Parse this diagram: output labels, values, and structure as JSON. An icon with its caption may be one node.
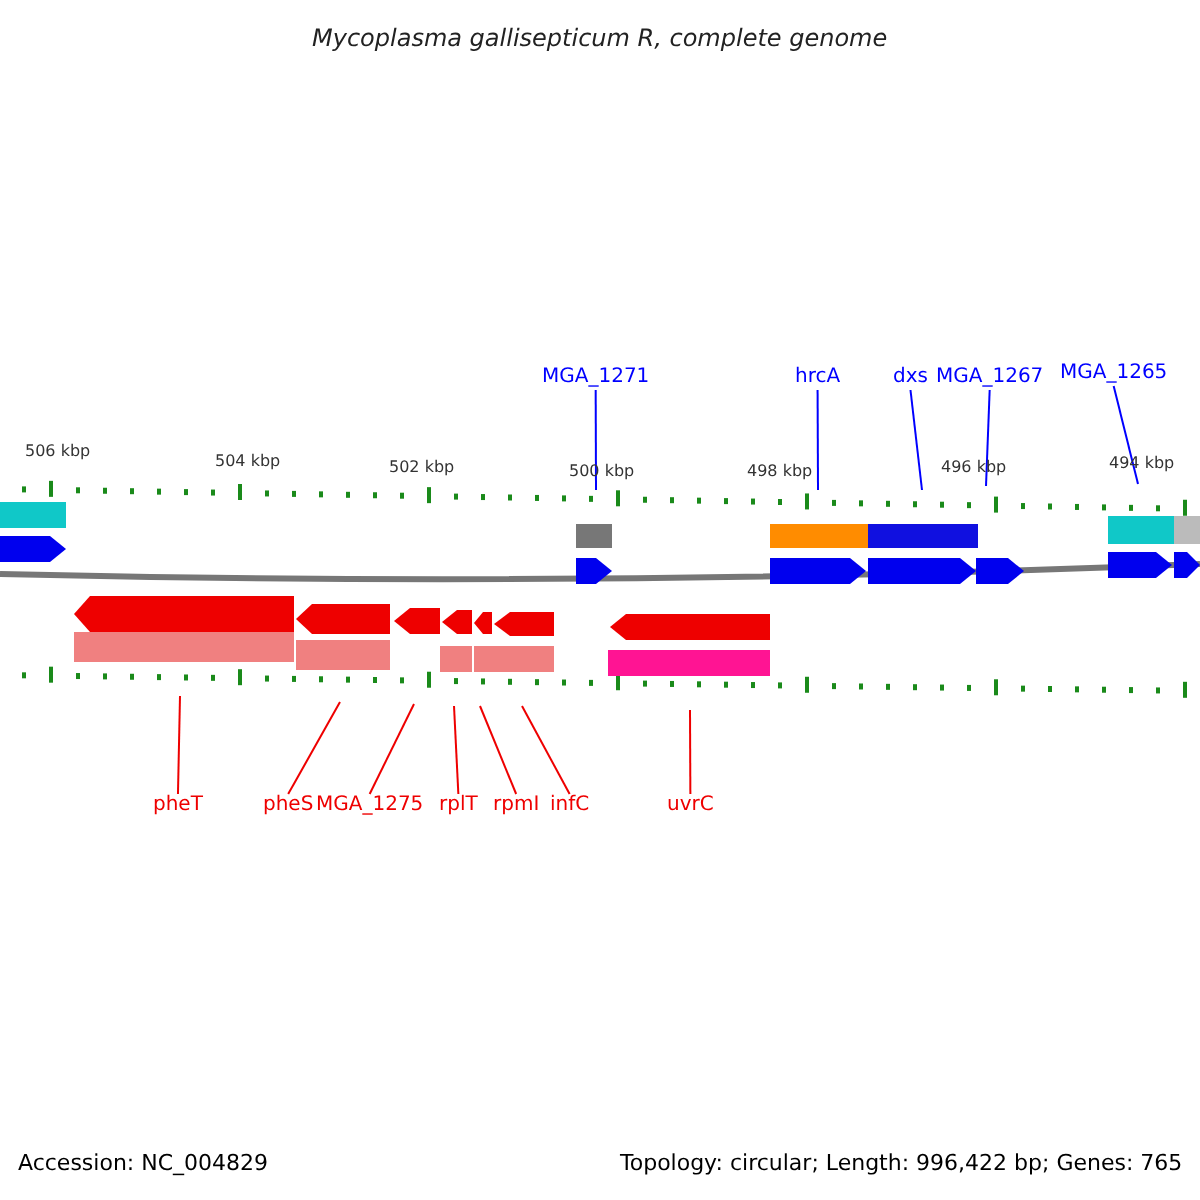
{
  "diagram": {
    "title": "Mycoplasma gallisepticum R, complete genome",
    "nodes": [
      {
        "text": [
          "MGA_1271"
        ]
      },
      {
        "text": [
          "hrcA"
        ]
      },
      {
        "text": [
          "dxs"
        ]
      },
      {
        "text": [
          "MGA_1267"
        ]
      },
      {
        "text": [
          "MGA_1265"
        ]
      },
      {
        "text": [
          "pheT"
        ]
      },
      {
        "text": [
          "pheS"
        ]
      },
      {
        "text": [
          "MGA_1275"
        ]
      },
      {
        "text": [
          "rplT"
        ]
      },
      {
        "text": [
          "rpmI"
        ]
      },
      {
        "text": [
          "infC"
        ]
      },
      {
        "text": [
          "uvrC"
        ]
      },
      {
        "text": [],
        "shape": "picture"
      }
    ],
    "edges": [
      {
        "from": 0,
        "to": 12,
        "arrow": "none",
        "color": "#0000ff"
      },
      {
        "from": 1,
        "to": 12,
        "arrow": "none",
        "color": "#0000ff"
      },
      {
        "from": 2,
        "to": 12,
        "arrow": "none",
        "color": "#0000ff"
      },
      {
        "from": 3,
        "to": 12,
        "arrow": "none",
        "color": "#0000ff"
      },
      {
        "from": 4,
        "to": 12,
        "arrow": "none",
        "color": "#0000ff"
      },
      {
        "from": 5,
        "to": 12,
        "arrow": "none"
      },
      {
        "from": 6,
        "to": 12,
        "arrow": "none"
      },
      {
        "from": 7,
        "to": 12,
        "arrow": "none"
      },
      {
        "from": 8,
        "to": 12,
        "arrow": "none"
      },
      {
        "from": 9,
        "to": 12,
        "arrow": "none"
      },
      {
        "from": 10,
        "to": 12,
        "arrow": "none"
      },
      {
        "from": 11,
        "to": 12,
        "arrow": "none"
      }
    ],
    "labels": [
      "506 kbp",
      "504 kbp",
      "502 kbp",
      "500 kbp",
      "498 kbp",
      "496 kbp",
      "494 kbp",
      "Accession: NC_004829",
      "Topology: circular; Length: 996,422 bp; Genes: 765"
    ]
  }
}
